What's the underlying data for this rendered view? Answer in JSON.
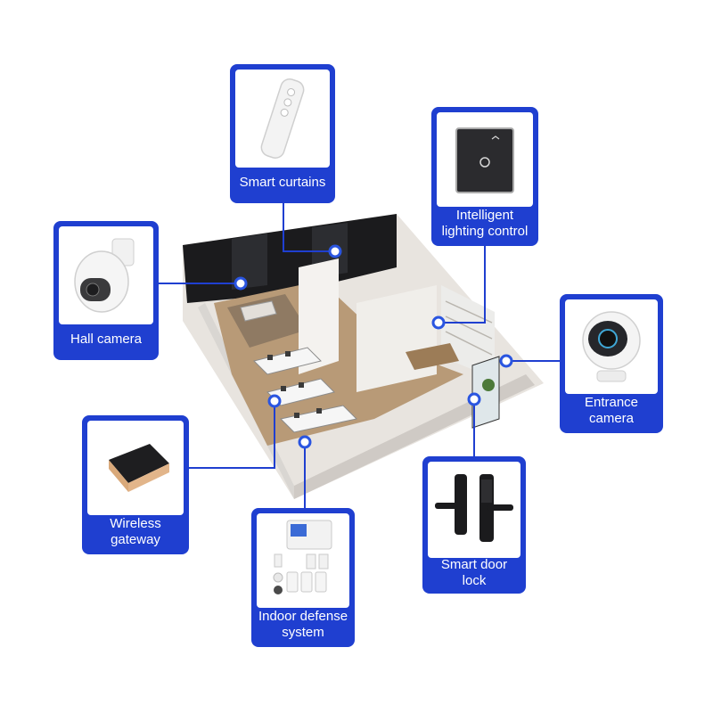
{
  "diagram": {
    "accent_color": "#1f3fd0",
    "devices": [
      {
        "id": "smart-curtains",
        "label": "Smart curtains",
        "icon": "curtain-remote-icon"
      },
      {
        "id": "intelligent-lighting",
        "label": "Intelligent lighting control",
        "icon": "light-switch-icon"
      },
      {
        "id": "hall-camera",
        "label": "Hall camera",
        "icon": "plug-camera-icon"
      },
      {
        "id": "entrance-camera",
        "label": "Entrance camera",
        "icon": "dome-camera-icon"
      },
      {
        "id": "wireless-gateway",
        "label": "Wireless gateway",
        "icon": "gateway-hub-icon"
      },
      {
        "id": "smart-door-lock",
        "label": "Smart door lock",
        "icon": "door-lock-icon"
      },
      {
        "id": "indoor-defense",
        "label": "Indoor defense system",
        "icon": "alarm-kit-icon"
      }
    ]
  }
}
